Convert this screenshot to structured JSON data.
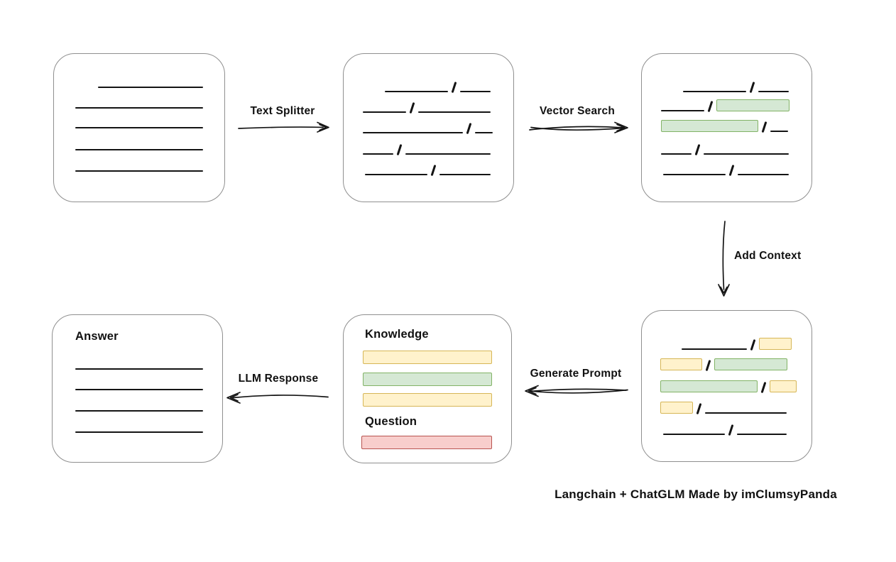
{
  "diagram": {
    "footer": "Langchain + ChatGLM Made by imClumsyPanda",
    "arrows": {
      "text_splitter": "Text Splitter",
      "vector_search": "Vector Search",
      "add_context": "Add Context",
      "generate_prompt": "Generate Prompt",
      "llm_response": "LLM Response"
    },
    "nodes": {
      "prompt": {
        "knowledge_label": "Knowledge",
        "question_label": "Question"
      },
      "answer": {
        "label": "Answer"
      }
    },
    "colors": {
      "highlight_green_fill": "#d5e8d4",
      "highlight_green_border": "#82b366",
      "highlight_yellow_fill": "#fff2cc",
      "highlight_yellow_border": "#d6b656",
      "highlight_red_fill": "#f8cecc",
      "highlight_red_border": "#b85450",
      "box_border": "#8f8f8f",
      "ink": "#141414"
    }
  }
}
